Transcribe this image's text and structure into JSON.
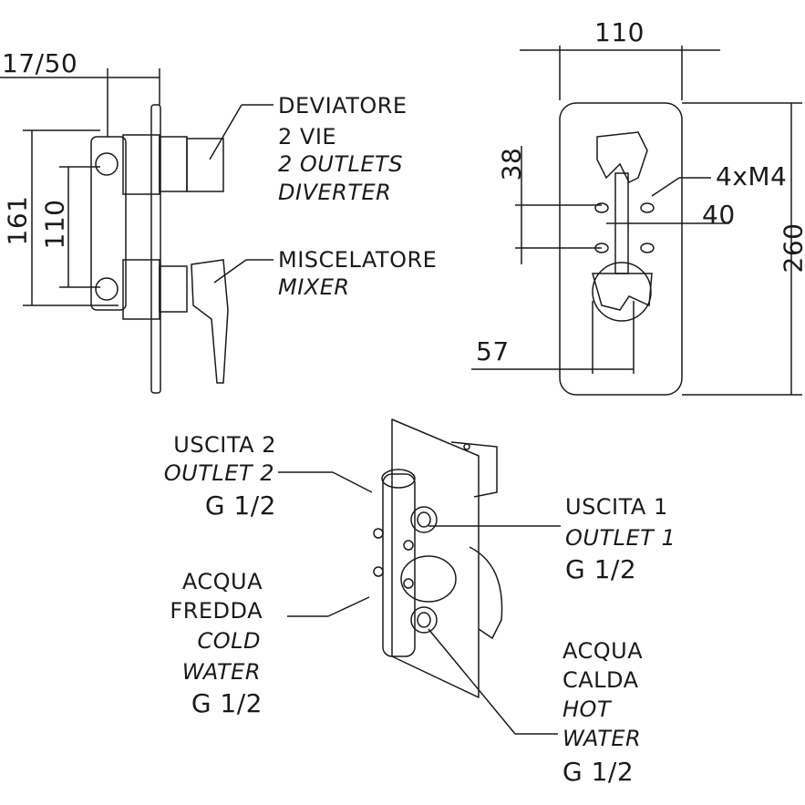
{
  "side_view": {
    "dim_top": "17/50",
    "dim_height_outer": "161",
    "dim_height_inner": "110",
    "diverter": {
      "line1": "DEVIATORE",
      "line2": "2 VIE",
      "line3": "2 OUTLETS",
      "line4": "DIVERTER"
    },
    "mixer": {
      "line1": "MISCELATORE",
      "line2": "MIXER"
    }
  },
  "front_view": {
    "dim_width": "110",
    "dim_height": "260",
    "dim_38": "38",
    "dim_screws": "4xM4",
    "dim_40": "40",
    "dim_57": "57"
  },
  "iso_view": {
    "outlet2": {
      "line1": "USCITA 2",
      "line2": "OUTLET 2",
      "line3": "G 1/2"
    },
    "cold": {
      "line1": "ACQUA",
      "line2": "FREDDA",
      "line3": "COLD",
      "line4": "WATER",
      "line5": "G 1/2"
    },
    "outlet1": {
      "line1": "USCITA 1",
      "line2": "OUTLET 1",
      "line3": "G 1/2"
    },
    "hot": {
      "line1": "ACQUA",
      "line2": "CALDA",
      "line3": "HOT",
      "line4": "WATER",
      "line5": "G 1/2"
    }
  }
}
